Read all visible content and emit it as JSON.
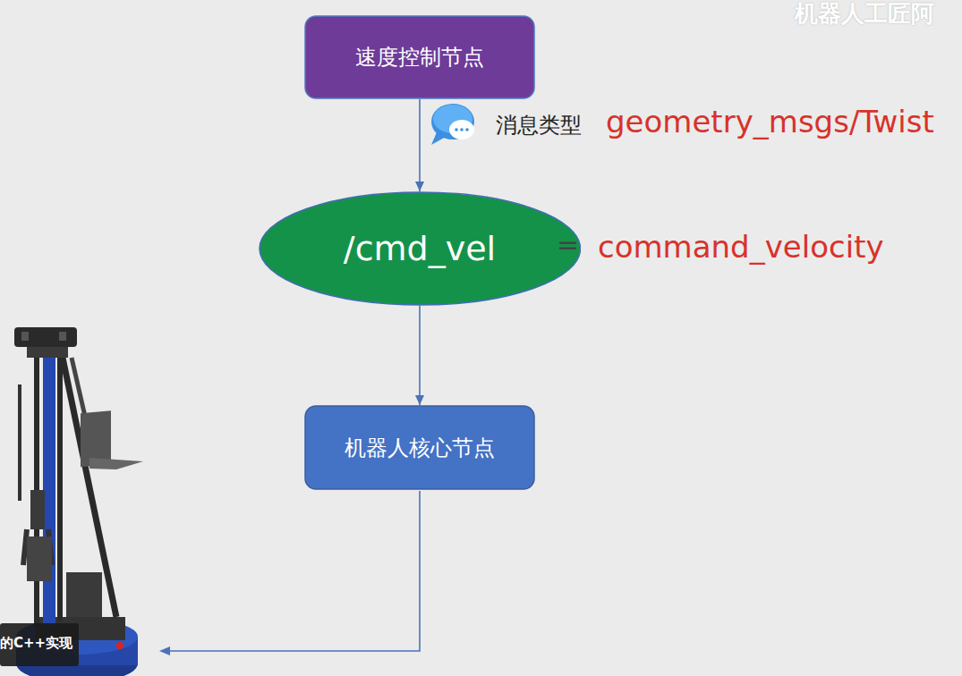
{
  "diagram": {
    "nodes": [
      {
        "text": [
          "速度控制节点"
        ]
      },
      {
        "text": [
          "/cmd_vel"
        ]
      },
      {
        "text": [
          "机器人核心节点"
        ]
      }
    ],
    "edges": [
      {
        "from": 0,
        "to": 1,
        "arrow": "to"
      },
      {
        "from": 1,
        "to": 2,
        "arrow": "to"
      }
    ],
    "labels": [
      "机器人工匠阿",
      "消息类型",
      "geometry_msgs/Twist",
      "=",
      "command_velocity",
      "的C++实现"
    ]
  }
}
